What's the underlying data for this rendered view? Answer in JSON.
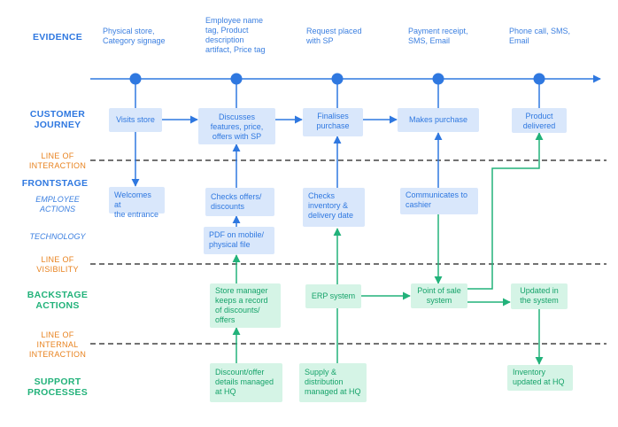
{
  "rows": {
    "evidence": "EVIDENCE",
    "customer_journey": "CUSTOMER\nJOURNEY",
    "line_interaction": "LINE OF\nINTERACTION",
    "frontstage": "FRONTSTAGE",
    "employee_actions": "EMPLOYEE\nACTIONS",
    "technology": "TECHNOLOGY",
    "line_visibility": "LINE OF\nVISIBILITY",
    "backstage": "BACKSTAGE\nACTIONS",
    "line_internal": "LINE OF\nINTERNAL\nINTERACTION",
    "support": "SUPPORT\nPROCESSES"
  },
  "evidence": [
    "Physical store,\nCategory signage",
    "Employee name\ntag, Product\ndescription\nartifact, Price tag",
    "Request placed\nwith SP",
    "Payment receipt,\nSMS, Email",
    "Phone call, SMS,\nEmail"
  ],
  "journey": [
    "Visits store",
    "Discusses\nfeatures, price,\noffers with SP",
    "Finalises\npurchase",
    "Makes purchase",
    "Product\ndelivered"
  ],
  "employee": [
    "Welcomes at\nthe entrance",
    "Checks offers/\ndiscounts",
    "Checks\ninventory &\ndelivery date",
    "Communicates to\ncashier"
  ],
  "technology": [
    "PDF on mobile/\nphysical file"
  ],
  "backstage": [
    "Store manager\nkeeps a record\nof discounts/\noffers",
    "ERP system",
    "Point of sale\nsystem",
    "Updated in\nthe system"
  ],
  "support": [
    "Discount/offer\ndetails managed\nat HQ",
    "Supply &\ndistribution\nmanaged at HQ",
    "Inventory\nupdated at HQ"
  ],
  "colors": {
    "blue": "#2f78e0",
    "green": "#22b27a",
    "orange": "#e8821e",
    "line": "#444444"
  }
}
